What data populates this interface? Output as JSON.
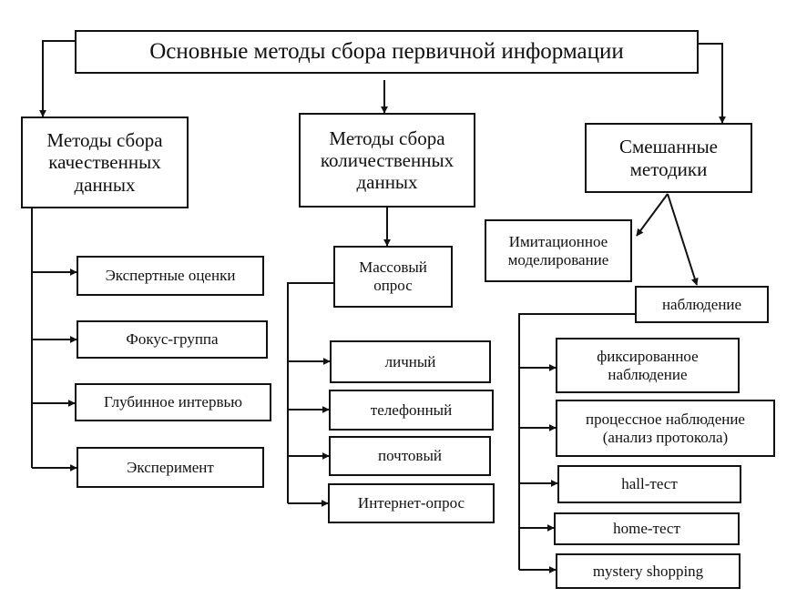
{
  "title": "Основные методы сбора первичной информации",
  "qualitative": {
    "heading": "Методы сбора\nкачественных\nданных",
    "items": [
      "Экспертные оценки",
      "Фокус-группа",
      "Глубинное интервью",
      "Эксперимент"
    ]
  },
  "quantitative": {
    "heading": "Методы сбора\nколичественных\nданных",
    "survey": "Массовый\nопрос",
    "items": [
      "личный",
      "телефонный",
      "почтовый",
      "Интернет-опрос"
    ]
  },
  "mixed": {
    "heading": "Смешанные\nметодики",
    "simulation": "Имитационное\nмоделирование",
    "observation": "наблюдение",
    "items": [
      "фиксированное\nнаблюдение",
      "процессное наблюдение\n(анализ протокола)",
      "hall-тест",
      "home-тест",
      "mystery shopping"
    ]
  },
  "colors": {
    "line": "#111111",
    "background": "#ffffff"
  }
}
